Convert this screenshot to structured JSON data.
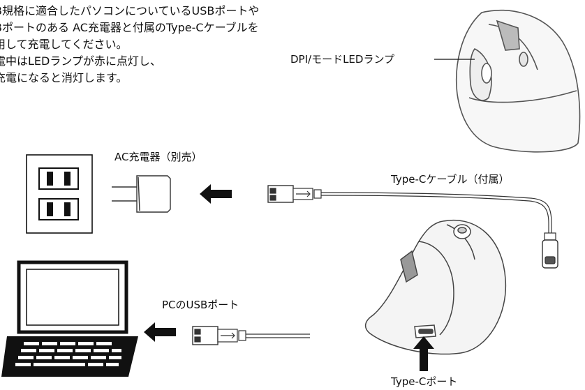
{
  "instructions": [
    "B規格に適合したパソコンについているUSBポートや",
    "Bポートのある AC充電器と付属のType-Cケーブルを",
    "用して充電してください。",
    "電中はLEDランプが赤に点灯し、",
    "充電になると消灯します。"
  ],
  "labels": {
    "dpi_led": "DPI/モードLEDランプ",
    "ac_charger": "AC充電器（別売）",
    "cable": "Type-Cケーブル（付属）",
    "pc_usb": "PCのUSBポート",
    "typec_port": "Type-Cポート"
  },
  "icons": [
    "outlet-icon",
    "ac-adapter-icon",
    "usb-plug-icon",
    "usb-c-plug-icon",
    "laptop-icon",
    "mouse-illustration",
    "arrow-left-icon",
    "arrow-up-icon"
  ]
}
